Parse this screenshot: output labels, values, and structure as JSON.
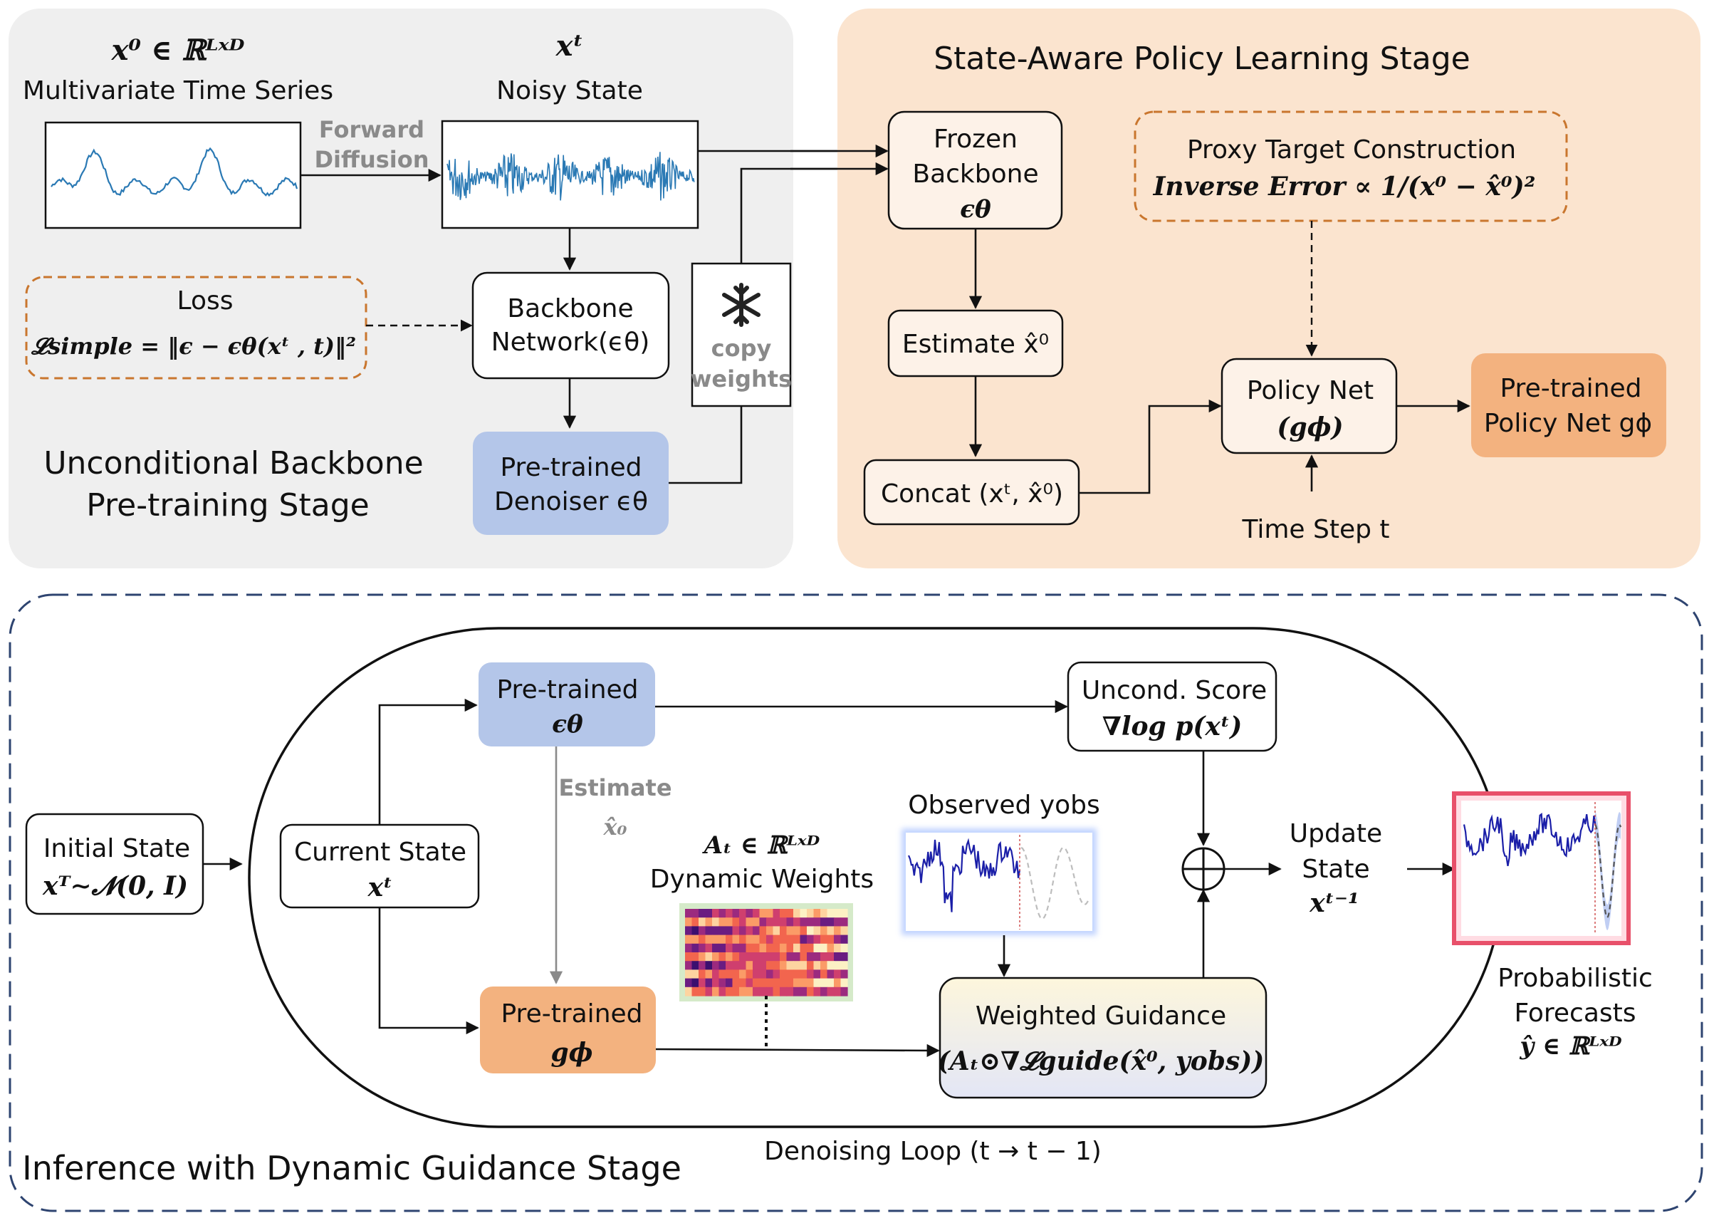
{
  "stage1": {
    "title_line1": "Unconditional Backbone",
    "title_line2": "Pre-training Stage",
    "x0_symbol": "x⁰ ∈ ℝᴸˣᴰ",
    "x0_caption": "Multivariate Time Series",
    "xt_symbol": "xᵗ",
    "xt_caption": "Noisy State",
    "forward_line1": "Forward",
    "forward_line2": "Diffusion",
    "loss_title": "Loss",
    "loss_formula": "𝓛simple = ‖ϵ − ϵθ(xᵗ , t)‖²",
    "backbone_line1": "Backbone",
    "backbone_line2": "Network(ϵθ)",
    "denoiser_line1": "Pre-trained",
    "denoiser_line2": "Denoiser ϵθ",
    "copy_line1": "copy",
    "copy_line2": "weights"
  },
  "stage2": {
    "title": "State-Aware Policy Learning Stage",
    "frozen_line1": "Frozen",
    "frozen_line2": "Backbone",
    "frozen_line3": "ϵθ",
    "proxy_title": "Proxy Target Construction",
    "proxy_formula": "Inverse Error ∝ 1/(x⁰ − x̂⁰)²",
    "estimate_label": "Estimate x̂⁰",
    "concat_label": "Concat (xᵗ, x̂⁰)",
    "policy_line1": "Policy Net",
    "policy_line2": "(gϕ)",
    "pretrained_policy_line1": "Pre-trained",
    "pretrained_policy_line2": "Policy Net gϕ",
    "time_step": "Time Step t"
  },
  "stage3": {
    "title": "Inference with Dynamic Guidance Stage",
    "initial_line1": "Initial State",
    "initial_line2": "xᵀ∼𝓝(0, I)",
    "current_line1": "Current State",
    "current_line2": "xᵗ",
    "eps_line1": "Pre-trained",
    "eps_line2": "ϵθ",
    "g_line1": "Pre-trained",
    "g_line2": "gϕ",
    "estimate_line1": "Estimate",
    "estimate_line2": "x̂₀",
    "weights_line1": "Aₜ ∈ ℝᴸˣᴰ",
    "weights_line2": "Dynamic Weights",
    "observed_label": "Observed yobs",
    "score_line1": "Uncond. Score",
    "score_line2": "∇log p(xᵗ)",
    "guidance_line1": "Weighted Guidance",
    "guidance_line2": "(Aₜ⊙∇𝓛guide(x̂⁰, yobs))",
    "update_line1": "Update",
    "update_line2": "State",
    "update_line3": "xᵗ⁻¹",
    "loop_label": "Denoising Loop (t → t − 1)",
    "forecast_line1": "Probabilistic",
    "forecast_line2": "Forecasts",
    "forecast_line3": "ŷ ∈ ℝᴸˣᴰ"
  },
  "colors": {
    "stage1_bg": "#efefef",
    "stage2_bg": "#fbe4cf",
    "blue_box": "#b4c6e9",
    "orange_box": "#f3b27f",
    "dashed_orange": "#c9762e",
    "dashed_navy": "#2e4470",
    "series_blue": "#2a79b4",
    "forecast_frame": "#e8506a"
  }
}
